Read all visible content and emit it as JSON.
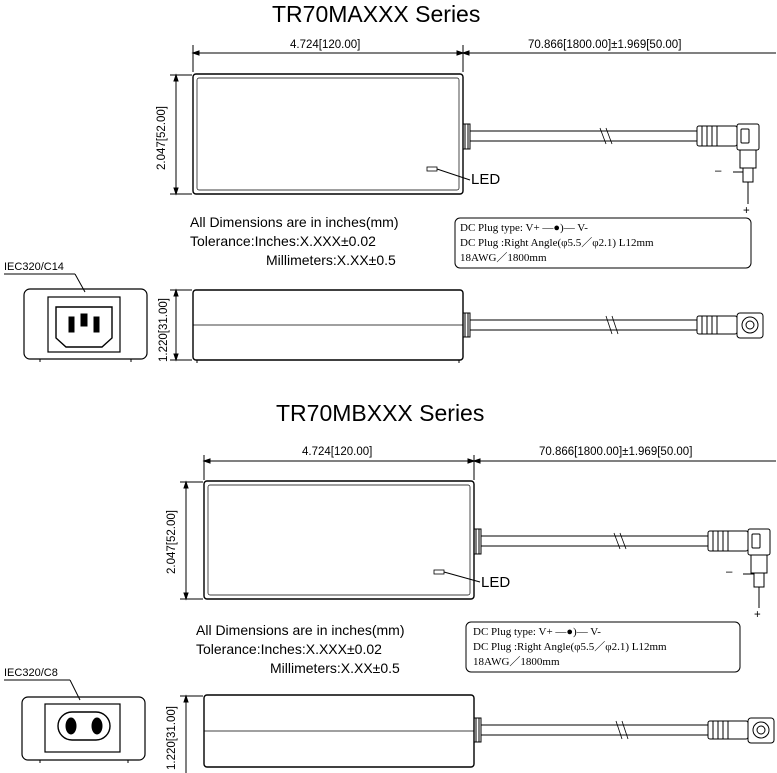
{
  "series_a": {
    "title": "TR70MAXXX Series",
    "width_dim": "4.724[120.00]",
    "cable_dim": "70.866[1800.00]±1.969[50.00]",
    "height_dim": "2.047[52.00]",
    "depth_dim": "1.220[31.00]",
    "led_label": "LED",
    "note_line1": "All Dimensions are in inches(mm)",
    "note_line2": "Tolerance:Inches:X.XXX±0.02",
    "note_line3": "Millimeters:X.XX±0.5",
    "spec_line1": "DC Plug type: V+ —●)— V-",
    "spec_line2": "DC Plug :Right Angle(φ5.5／φ2.1) L12mm",
    "spec_line3": "18AWG／1800mm",
    "connector_label": "IEC320/C14",
    "minus": "–",
    "plus": "+"
  },
  "series_b": {
    "title": "TR70MBXXX Series",
    "width_dim": "4.724[120.00]",
    "cable_dim": "70.866[1800.00]±1.969[50.00]",
    "height_dim": "2.047[52.00]",
    "depth_dim": "1.220[31.00]",
    "led_label": "LED",
    "note_line1": "All Dimensions are in inches(mm)",
    "note_line2": "Tolerance:Inches:X.XXX±0.02",
    "note_line3": "Millimeters:X.XX±0.5",
    "spec_line1": "DC Plug type: V+ —●)— V-",
    "spec_line2": "DC Plug :Right Angle(φ5.5／φ2.1) L12mm",
    "spec_line3": "18AWG／1800mm",
    "connector_label": "IEC320/C8",
    "minus": "–",
    "plus": "+"
  }
}
